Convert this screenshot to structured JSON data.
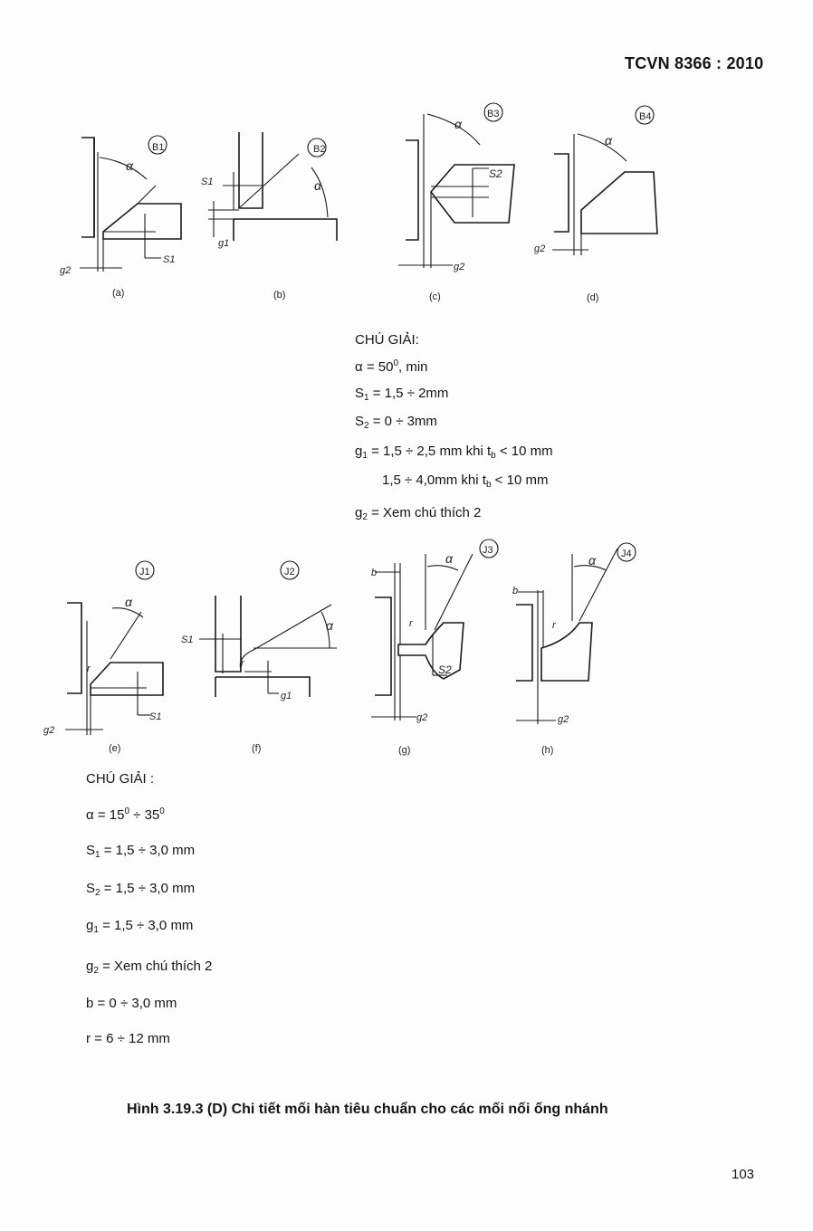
{
  "header": {
    "standard": "TCVN 8366 : 2010"
  },
  "figures_top": {
    "details": [
      {
        "tag": "B1",
        "sub": "(a)"
      },
      {
        "tag": "B2",
        "sub": "(b)"
      },
      {
        "tag": "B3",
        "sub": "(c)"
      },
      {
        "tag": "B4",
        "sub": "(d)"
      }
    ],
    "labels": {
      "alpha": "α",
      "s1": "S1",
      "s2": "S2",
      "g1": "g1",
      "g2": "g2"
    }
  },
  "legend_top": {
    "title": "CHÚ GIẢI:",
    "alpha": {
      "pre": "α = 50",
      "sup": "0",
      "post": ", min"
    },
    "s1": {
      "sym": "S",
      "sub": "1",
      "val": " = 1,5 ÷ 2mm"
    },
    "s2": {
      "sym": "S",
      "sub": "2",
      "val": " = 0 ÷ 3mm"
    },
    "g1": {
      "sym": "g",
      "sub": "1",
      "val": " = 1,5 ÷ 2,5 mm khi t",
      "tsub": "b",
      "tail": " < 10 mm"
    },
    "g1b": {
      "val": "1,5 ÷ 4,0mm khi t",
      "tsub": "b",
      "tail": " < 10 mm"
    },
    "g2": {
      "sym": "g",
      "sub": "2",
      "val": " = Xem chú thích 2"
    }
  },
  "figures_bottom": {
    "details": [
      {
        "tag": "J1",
        "sub": "(e)"
      },
      {
        "tag": "J2",
        "sub": "(f)"
      },
      {
        "tag": "J3",
        "sub": "(g)"
      },
      {
        "tag": "J4",
        "sub": "(h)"
      }
    ],
    "labels": {
      "alpha": "α",
      "s1": "S1",
      "s2": "S2",
      "g1": "g1",
      "g2": "g2",
      "b": "b",
      "r": "r"
    }
  },
  "legend_bottom": {
    "title": "CHÚ GIẢI :",
    "alpha": {
      "pre": "α = 15",
      "sup1": "0",
      "mid": " ÷ 35",
      "sup2": "0"
    },
    "s1": {
      "sym": "S",
      "sub": "1",
      "val": " = 1,5 ÷ 3,0 mm"
    },
    "s2": {
      "sym": "S",
      "sub": "2",
      "val": " = 1,5 ÷ 3,0 mm"
    },
    "g1": {
      "sym": "g",
      "sub": "1",
      "val": " = 1,5 ÷ 3,0 mm"
    },
    "g2": {
      "sym": "g",
      "sub": "2",
      "val": " = Xem chú thích 2"
    },
    "b": "b = 0 ÷ 3,0 mm",
    "r": "r = 6 ÷ 12 mm"
  },
  "caption": "Hình 3.19.3 (D) Chi tiết mối hàn tiêu chuẩn cho các mối nối ống nhánh",
  "page_number": "103"
}
